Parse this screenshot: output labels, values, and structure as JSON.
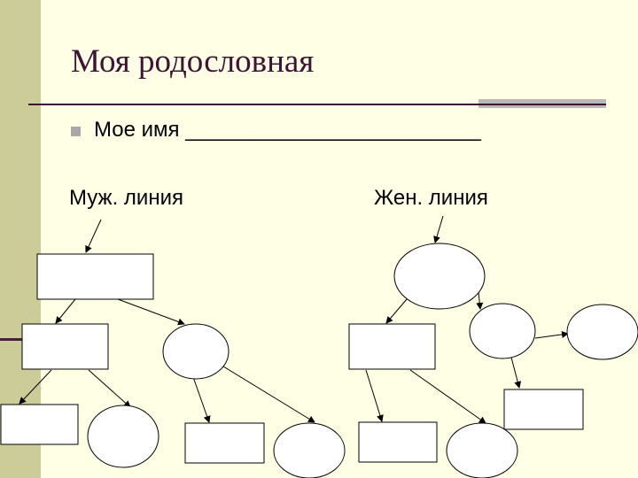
{
  "slide": {
    "title": "Моя родословная",
    "my_name_line": "Мое имя _________________________",
    "male_line_label": "Муж. линия",
    "female_line_label": "Жен. линия"
  },
  "colors": {
    "background": "#FFFFE5",
    "side_bar": "#CCCC99",
    "title": "#3D1436",
    "rule_accent": "#B8B8B8",
    "shape_stroke": "#000000",
    "shape_fill": "#FFFFFF"
  },
  "diagram": {
    "male_line": [
      {
        "id": "m_parent",
        "shape": "rectangle",
        "parent": null
      },
      {
        "id": "m_child_rect",
        "shape": "rectangle",
        "parent": "m_parent"
      },
      {
        "id": "m_child_oval",
        "shape": "oval",
        "parent": "m_parent"
      },
      {
        "id": "m_gc_rect",
        "shape": "rectangle",
        "parent": "m_child_rect"
      },
      {
        "id": "m_gc_oval",
        "shape": "oval",
        "parent": "m_child_rect"
      },
      {
        "id": "m_gc2_rect",
        "shape": "rectangle",
        "parent": "m_child_oval"
      },
      {
        "id": "m_gc2_oval",
        "shape": "oval",
        "parent": "m_child_oval"
      }
    ],
    "female_line": [
      {
        "id": "f_parent",
        "shape": "oval",
        "parent": null
      },
      {
        "id": "f_child_rect",
        "shape": "rectangle",
        "parent": "f_parent"
      },
      {
        "id": "f_child_oval",
        "shape": "oval",
        "parent": "f_parent"
      },
      {
        "id": "f_gc_rect",
        "shape": "rectangle",
        "parent": "f_child_rect"
      },
      {
        "id": "f_gc_oval",
        "shape": "oval",
        "parent": "f_child_rect"
      },
      {
        "id": "f_spouse_oval",
        "shape": "oval",
        "parent": "f_child_oval"
      },
      {
        "id": "f_gc2_rect",
        "shape": "rectangle",
        "parent": "f_child_oval"
      }
    ]
  }
}
